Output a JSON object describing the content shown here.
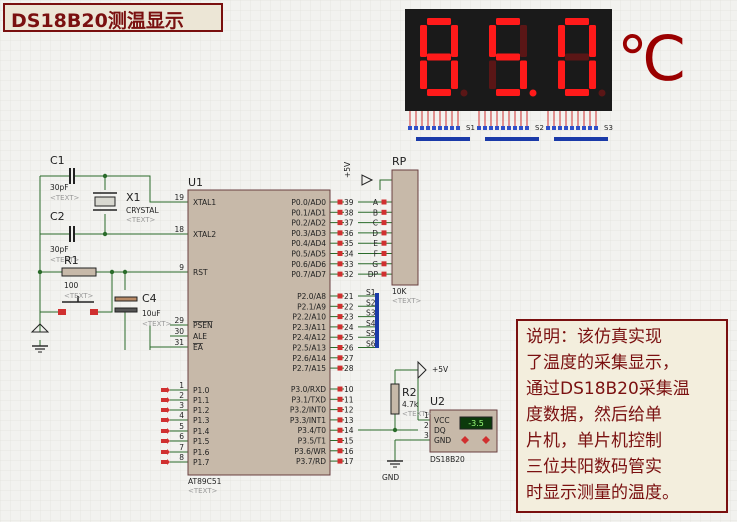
{
  "title": "DS18B20测温显示",
  "display": {
    "digits": [
      "8",
      "5",
      "0"
    ],
    "unit": "℃",
    "seg_color": "#ff1a1a",
    "off_color": "#5a1616"
  },
  "mcu": {
    "ref": "U1",
    "part": "AT89C51",
    "text": "<TEXT>",
    "left_pins": [
      {
        "num": "19",
        "name": "XTAL1"
      },
      {
        "num": "18",
        "name": "XTAL2"
      },
      {
        "num": "9",
        "name": "RST"
      },
      {
        "num": "29",
        "name": "PSEN"
      },
      {
        "num": "30",
        "name": "ALE"
      },
      {
        "num": "31",
        "name": "EA"
      },
      {
        "num": "1",
        "name": "P1.0"
      },
      {
        "num": "2",
        "name": "P1.1"
      },
      {
        "num": "3",
        "name": "P1.2"
      },
      {
        "num": "4",
        "name": "P1.3"
      },
      {
        "num": "5",
        "name": "P1.4"
      },
      {
        "num": "6",
        "name": "P1.5"
      },
      {
        "num": "7",
        "name": "P1.6"
      },
      {
        "num": "8",
        "name": "P1.7"
      }
    ],
    "right_pins": [
      {
        "num": "39",
        "name": "P0.0/AD0"
      },
      {
        "num": "38",
        "name": "P0.1/AD1"
      },
      {
        "num": "37",
        "name": "P0.2/AD2"
      },
      {
        "num": "36",
        "name": "P0.3/AD3"
      },
      {
        "num": "35",
        "name": "P0.4/AD4"
      },
      {
        "num": "34",
        "name": "P0.5/AD5"
      },
      {
        "num": "33",
        "name": "P0.6/AD6"
      },
      {
        "num": "32",
        "name": "P0.7/AD7"
      },
      {
        "num": "21",
        "name": "P2.0/A8"
      },
      {
        "num": "22",
        "name": "P2.1/A9"
      },
      {
        "num": "23",
        "name": "P2.2/A10"
      },
      {
        "num": "24",
        "name": "P2.3/A11"
      },
      {
        "num": "25",
        "name": "P2.4/A12"
      },
      {
        "num": "26",
        "name": "P2.5/A13"
      },
      {
        "num": "27",
        "name": "P2.6/A14"
      },
      {
        "num": "28",
        "name": "P2.7/A15"
      },
      {
        "num": "10",
        "name": "P3.0/RXD"
      },
      {
        "num": "11",
        "name": "P3.1/TXD"
      },
      {
        "num": "12",
        "name": "P3.2/INT0"
      },
      {
        "num": "13",
        "name": "P3.3/INT1"
      },
      {
        "num": "14",
        "name": "P3.4/T0"
      },
      {
        "num": "15",
        "name": "P3.5/T1"
      },
      {
        "num": "16",
        "name": "P3.6/WR"
      },
      {
        "num": "17",
        "name": "P3.7/RD"
      }
    ]
  },
  "seg_labels": [
    "A",
    "B",
    "C",
    "D",
    "E",
    "F",
    "G",
    "DP"
  ],
  "bus_labels": [
    "S1",
    "S2",
    "S3",
    "S4",
    "S5",
    "S6"
  ],
  "components": {
    "c1": {
      "ref": "C1",
      "value": "30pF",
      "text": "<TEXT>"
    },
    "c2": {
      "ref": "C2",
      "value": "30pF",
      "text": "<TEXT>"
    },
    "x1": {
      "ref": "X1",
      "value": "CRYSTAL",
      "text": "<TEXT>"
    },
    "r1": {
      "ref": "R1",
      "value": "100",
      "text": "<TEXT>"
    },
    "c4": {
      "ref": "C4",
      "value": "10uF",
      "text": "<TEXT>"
    },
    "rp": {
      "ref": "RP",
      "value": "10K",
      "text": "<TEXT>"
    },
    "r2": {
      "ref": "R2",
      "value": "4.7k",
      "text": "<TEXT>"
    },
    "u2": {
      "ref": "U2",
      "part": "DS18B20",
      "vcc": "VCC",
      "dq": "DQ",
      "gnd": "GND",
      "pin1": "1",
      "pin2": "2",
      "pin3": "3",
      "reading": "-3.5"
    }
  },
  "power": {
    "vcc_label": "+5V",
    "gnd_label": "GND"
  },
  "note_lines": [
    "说明：该仿真实现",
    "了温度的采集显示，",
    "通过DS18B20采集温",
    "度数据，然后给单",
    "片机，单片机控制",
    "三位共阳数码管实",
    "时显示测量的温度。"
  ]
}
